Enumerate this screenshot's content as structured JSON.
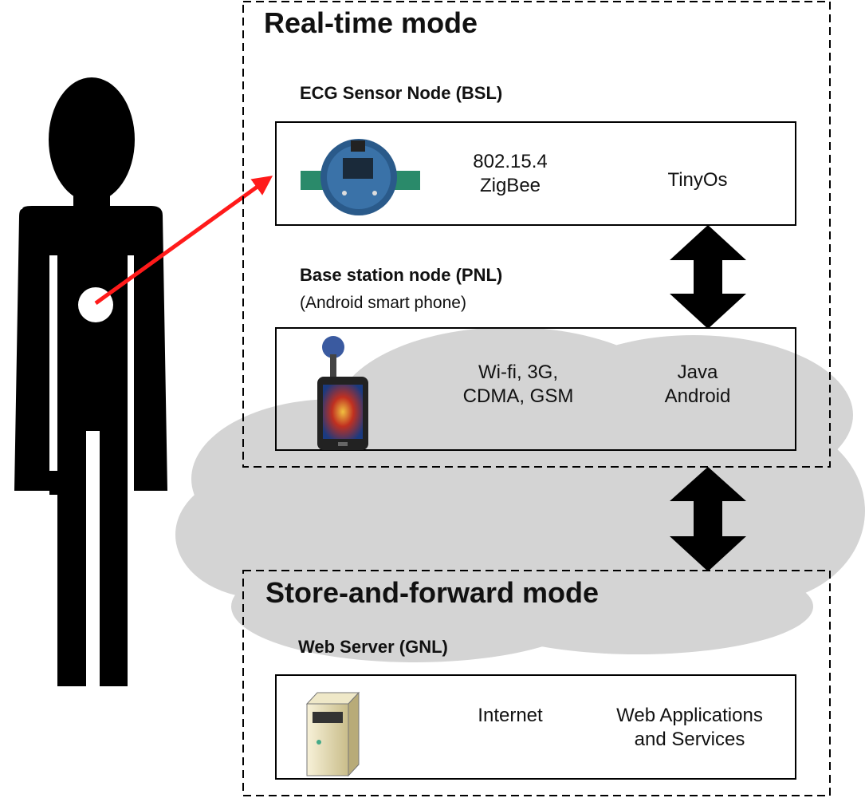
{
  "realtime": {
    "title": "Real-time mode",
    "sensor_node": {
      "label": "ECG Sensor Node (BSL)",
      "protocol": [
        "802.15.4",
        "ZigBee"
      ],
      "os": "TinyOs",
      "icon": "ecg-sensor-board-icon"
    },
    "base_station": {
      "label": "Base station node (PNL)",
      "sublabel": "(Android smart phone)",
      "networks": [
        "Wi-fi, 3G,",
        "CDMA, GSM"
      ],
      "platform": [
        "Java",
        "Android"
      ],
      "icon": "smartphone-icon"
    }
  },
  "store_forward": {
    "title": "Store-and-forward mode",
    "web_server": {
      "label": "Web Server (GNL)",
      "network": "Internet",
      "services": [
        "Web Applications",
        "and Services"
      ],
      "icon": "server-tower-icon"
    }
  },
  "colors": {
    "human": "#000000",
    "arrow_signal": "#ff1a1a",
    "cloud": "#d4d4d4",
    "box_border": "#000000",
    "dashed_border": "#000000"
  }
}
